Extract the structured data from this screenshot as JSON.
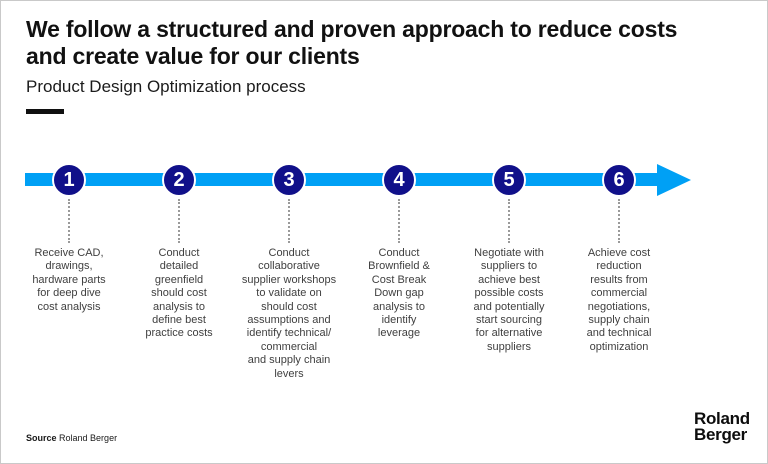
{
  "header": {
    "title": "We follow a structured and proven approach to reduce costs and create value for our clients",
    "subtitle": "Product Design Optimization process"
  },
  "colors": {
    "timeline_blue": "#00A0F5",
    "circle_navy": "#10108A"
  },
  "timeline": {
    "steps": [
      {
        "number": "1",
        "text": "Receive CAD,\ndrawings,\nhardware parts\nfor deep dive\ncost analysis"
      },
      {
        "number": "2",
        "text": "Conduct\ndetailed\ngreenfield\nshould cost\nanalysis to\ndefine best\npractice costs"
      },
      {
        "number": "3",
        "text": "Conduct\ncollaborative\nsupplier workshops\nto validate on\nshould cost\nassumptions and\nidentify technical/\ncommercial\nand supply chain\nlevers"
      },
      {
        "number": "4",
        "text": "Conduct\nBrownfield &\nCost Break\nDown gap\nanalysis to\nidentify\nleverage"
      },
      {
        "number": "5",
        "text": "Negotiate with\nsuppliers to\nachieve best\npossible costs\nand potentially\nstart sourcing\nfor alternative\nsuppliers"
      },
      {
        "number": "6",
        "text": "Achieve cost\nreduction\nresults from\ncommercial\nnegotiations,\nsupply chain\nand technical\noptimization"
      }
    ]
  },
  "footer": {
    "source_label": "Source",
    "source_value": "Roland Berger"
  },
  "logo": {
    "text": "Roland\nBerger"
  }
}
